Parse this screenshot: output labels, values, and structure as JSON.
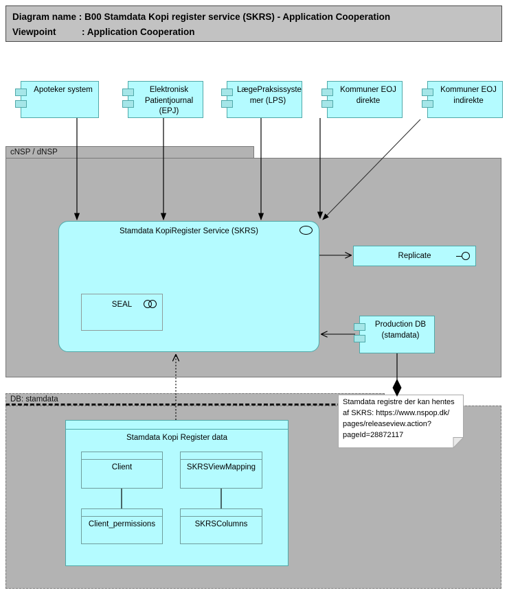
{
  "header": {
    "line1": "Diagram name : B00 Stamdata Kopi register service (SKRS) - Application Cooperation",
    "line2": "Viewpoint          : Application Cooperation"
  },
  "groups": {
    "cnsp": {
      "label": "cNSP / dNSP"
    },
    "db": {
      "label": "DB: stamdata"
    }
  },
  "nodes": {
    "apoteker": {
      "label": "Apoteker system"
    },
    "epj": {
      "label": "Elektronisk\nPatientjournal\n(EPJ)"
    },
    "lps": {
      "label": "LægePraksissyste\nmer (LPS)"
    },
    "eoj_direkte": {
      "label": "Kommuner EOJ\ndirekte"
    },
    "eoj_indirekte": {
      "label": "Kommuner EOJ\nindirekte"
    },
    "skrs": {
      "label": "Stamdata KopiRegister Service (SKRS)"
    },
    "seal": {
      "label": "SEAL"
    },
    "replicate": {
      "label": "Replicate"
    },
    "production_db": {
      "label": "Production DB\n(stamdata)"
    },
    "data_box": {
      "label": "Stamdata Kopi Register data"
    },
    "client": {
      "label": "Client"
    },
    "skrs_view_mapping": {
      "label": "SKRSViewMapping"
    },
    "client_permissions": {
      "label": "Client_permissions"
    },
    "skrs_columns": {
      "label": "SKRSColumns"
    }
  },
  "note": {
    "text": "Stamdata registre der kan hentes\naf SKRS: https://www.nspop.dk/\npages/releaseview.action?\npageId=28872117"
  },
  "colors": {
    "node_fill": "#b4fbff",
    "node_border": "#4fa8a8",
    "component_tab_fill": "#a5e6e8",
    "group_fill": "#b3b3b3",
    "group_border": "#787878",
    "titlebar_fill": "#c2c2c2",
    "note_fill": "#ffffff",
    "connector": "#000000"
  }
}
